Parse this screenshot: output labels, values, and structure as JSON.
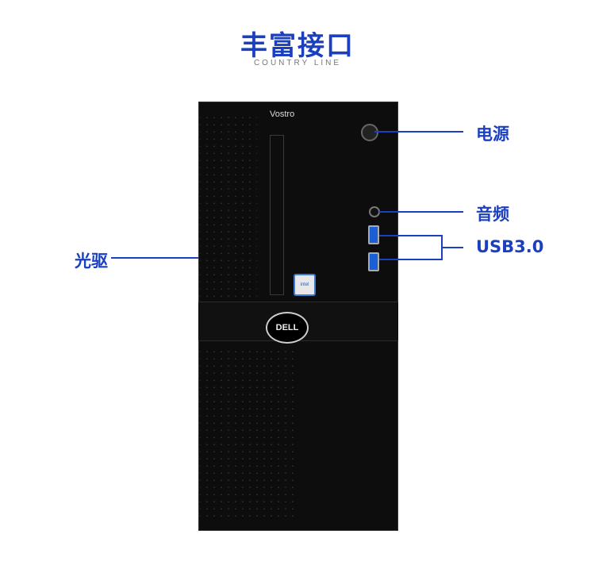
{
  "header": {
    "title": "丰富接口",
    "subtitle": "COUNTRY LINE"
  },
  "product": {
    "brand_label": "Vostro",
    "logo_text": "DELL",
    "badge_text": "intel"
  },
  "callouts": {
    "power": "电源",
    "audio": "音频",
    "usb": "USB3.0",
    "optical_drive": "光驱"
  },
  "colors": {
    "accent": "#1a3fbf",
    "usb_blue": "#1b5fd6",
    "case": "#0d0d0d"
  }
}
